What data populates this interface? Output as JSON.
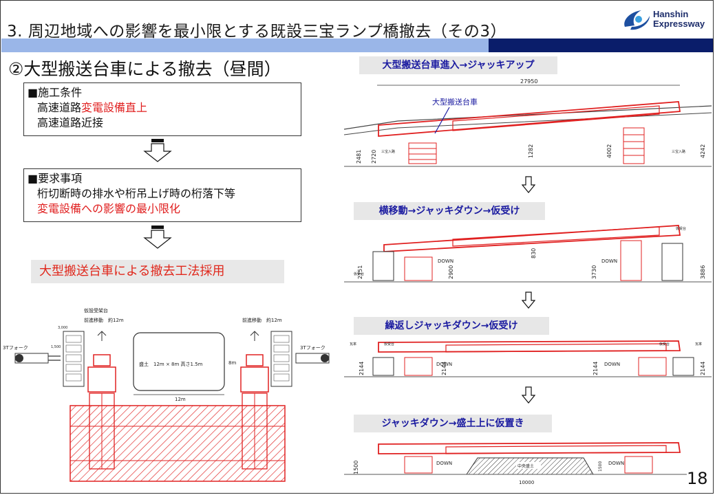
{
  "title": "3. 周辺地域への影響を最小限とする既設三宝ランプ橋撤去（その3）",
  "logo": {
    "line1": "Hanshin",
    "line2": "Expressway"
  },
  "section_heading": "②大型搬送台車による撤去（昼間）",
  "conditions": {
    "heading": "■施工条件",
    "line1_black": "高速道路",
    "line1_red": "変電設備直上",
    "line2": "高速道路近接"
  },
  "requirements": {
    "heading": "■要求事項",
    "line1": "桁切断時の排水や桁吊上げ時の桁落下等",
    "line2": "変電設備への影響の最小限化"
  },
  "conclusion": "大型搬送台車による撤去工法採用",
  "plan": {
    "left_platform_label": "仮設受架台",
    "forward_left": "前進移動　約12m",
    "forward_right": "前進移動　約12m",
    "fork_left": "3Tフォーク",
    "fork_right": "3Tフォーク",
    "mound_label": "盛土　12m × 8m 高さ1.5m",
    "mound_width": "12m",
    "mound_height": "8m",
    "dim_3000": "3,000",
    "dim_1500": "1,500"
  },
  "steps": [
    {
      "label": "大型搬送台車進入→ジャッキアップ"
    },
    {
      "label": "横移動→ジャッキダウン→仮受け"
    },
    {
      "label": "繰返しジャッキダウン→仮受け"
    },
    {
      "label": "ジャッキダウン→盛土上に仮置き"
    }
  ],
  "diagram1": {
    "span": "27950",
    "vehicle_label": "大型搬送台車",
    "d1": "2481",
    "d2": "2720",
    "d3": "1282",
    "d4": "4002",
    "d5": "4242",
    "tag1": "三宝入路",
    "tag2": "三宝入路"
  },
  "diagram2": {
    "left_tag": "仮受台",
    "right_tag": "仮受台",
    "d1": "2751",
    "d2": "2900",
    "d3": "830",
    "d4": "3730",
    "d5": "3886",
    "down1": "DOWN",
    "down2": "DOWN"
  },
  "diagram3": {
    "left_tag": "瓦率",
    "left_tag2": "仮受台",
    "right_tag": "仮受台",
    "right_tag2": "瓦率",
    "d1": "2144",
    "d2": "2144",
    "d3": "2144",
    "d4": "2144",
    "down1": "DOWN",
    "down2": "DOWN"
  },
  "diagram4": {
    "d1": "1500",
    "d2": "1500",
    "center_label": "中央盛土",
    "bottom_dim": "10000",
    "down1": "DOWN",
    "down2": "DOWN"
  },
  "page_number": "18",
  "colors": {
    "band_light": "#9ab6e8",
    "band_dark": "#0a1d6a",
    "red": "#e01e1e",
    "step_text": "#1a1aa0"
  }
}
